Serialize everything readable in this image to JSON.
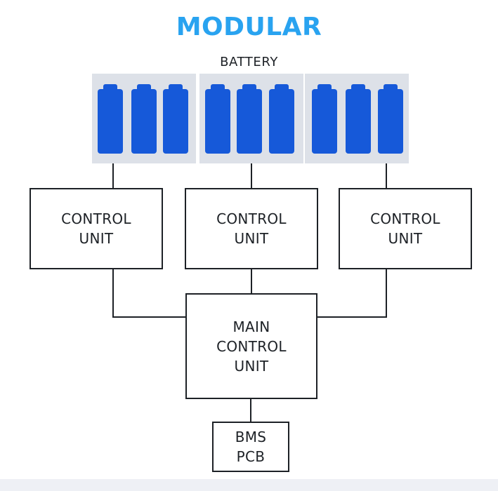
{
  "diagram": {
    "title": "MODULAR",
    "battery_label": "BATTERY",
    "battery_packs": [
      {
        "cells": 3
      },
      {
        "cells": 3
      },
      {
        "cells": 3
      }
    ],
    "control_units": [
      {
        "line1": "CONTROL",
        "line2": "UNIT"
      },
      {
        "line1": "CONTROL",
        "line2": "UNIT"
      },
      {
        "line1": "CONTROL",
        "line2": "UNIT"
      }
    ],
    "main_control_unit": {
      "line1": "MAIN",
      "line2": "CONTROL",
      "line3": "UNIT"
    },
    "bms_pcb": {
      "line1": "BMS",
      "line2": "PCB"
    },
    "colors": {
      "title": "#29a3f0",
      "battery_cell": "#1659d9",
      "battery_pack_bg": "#dde1e8",
      "line": "#1d2126"
    }
  }
}
